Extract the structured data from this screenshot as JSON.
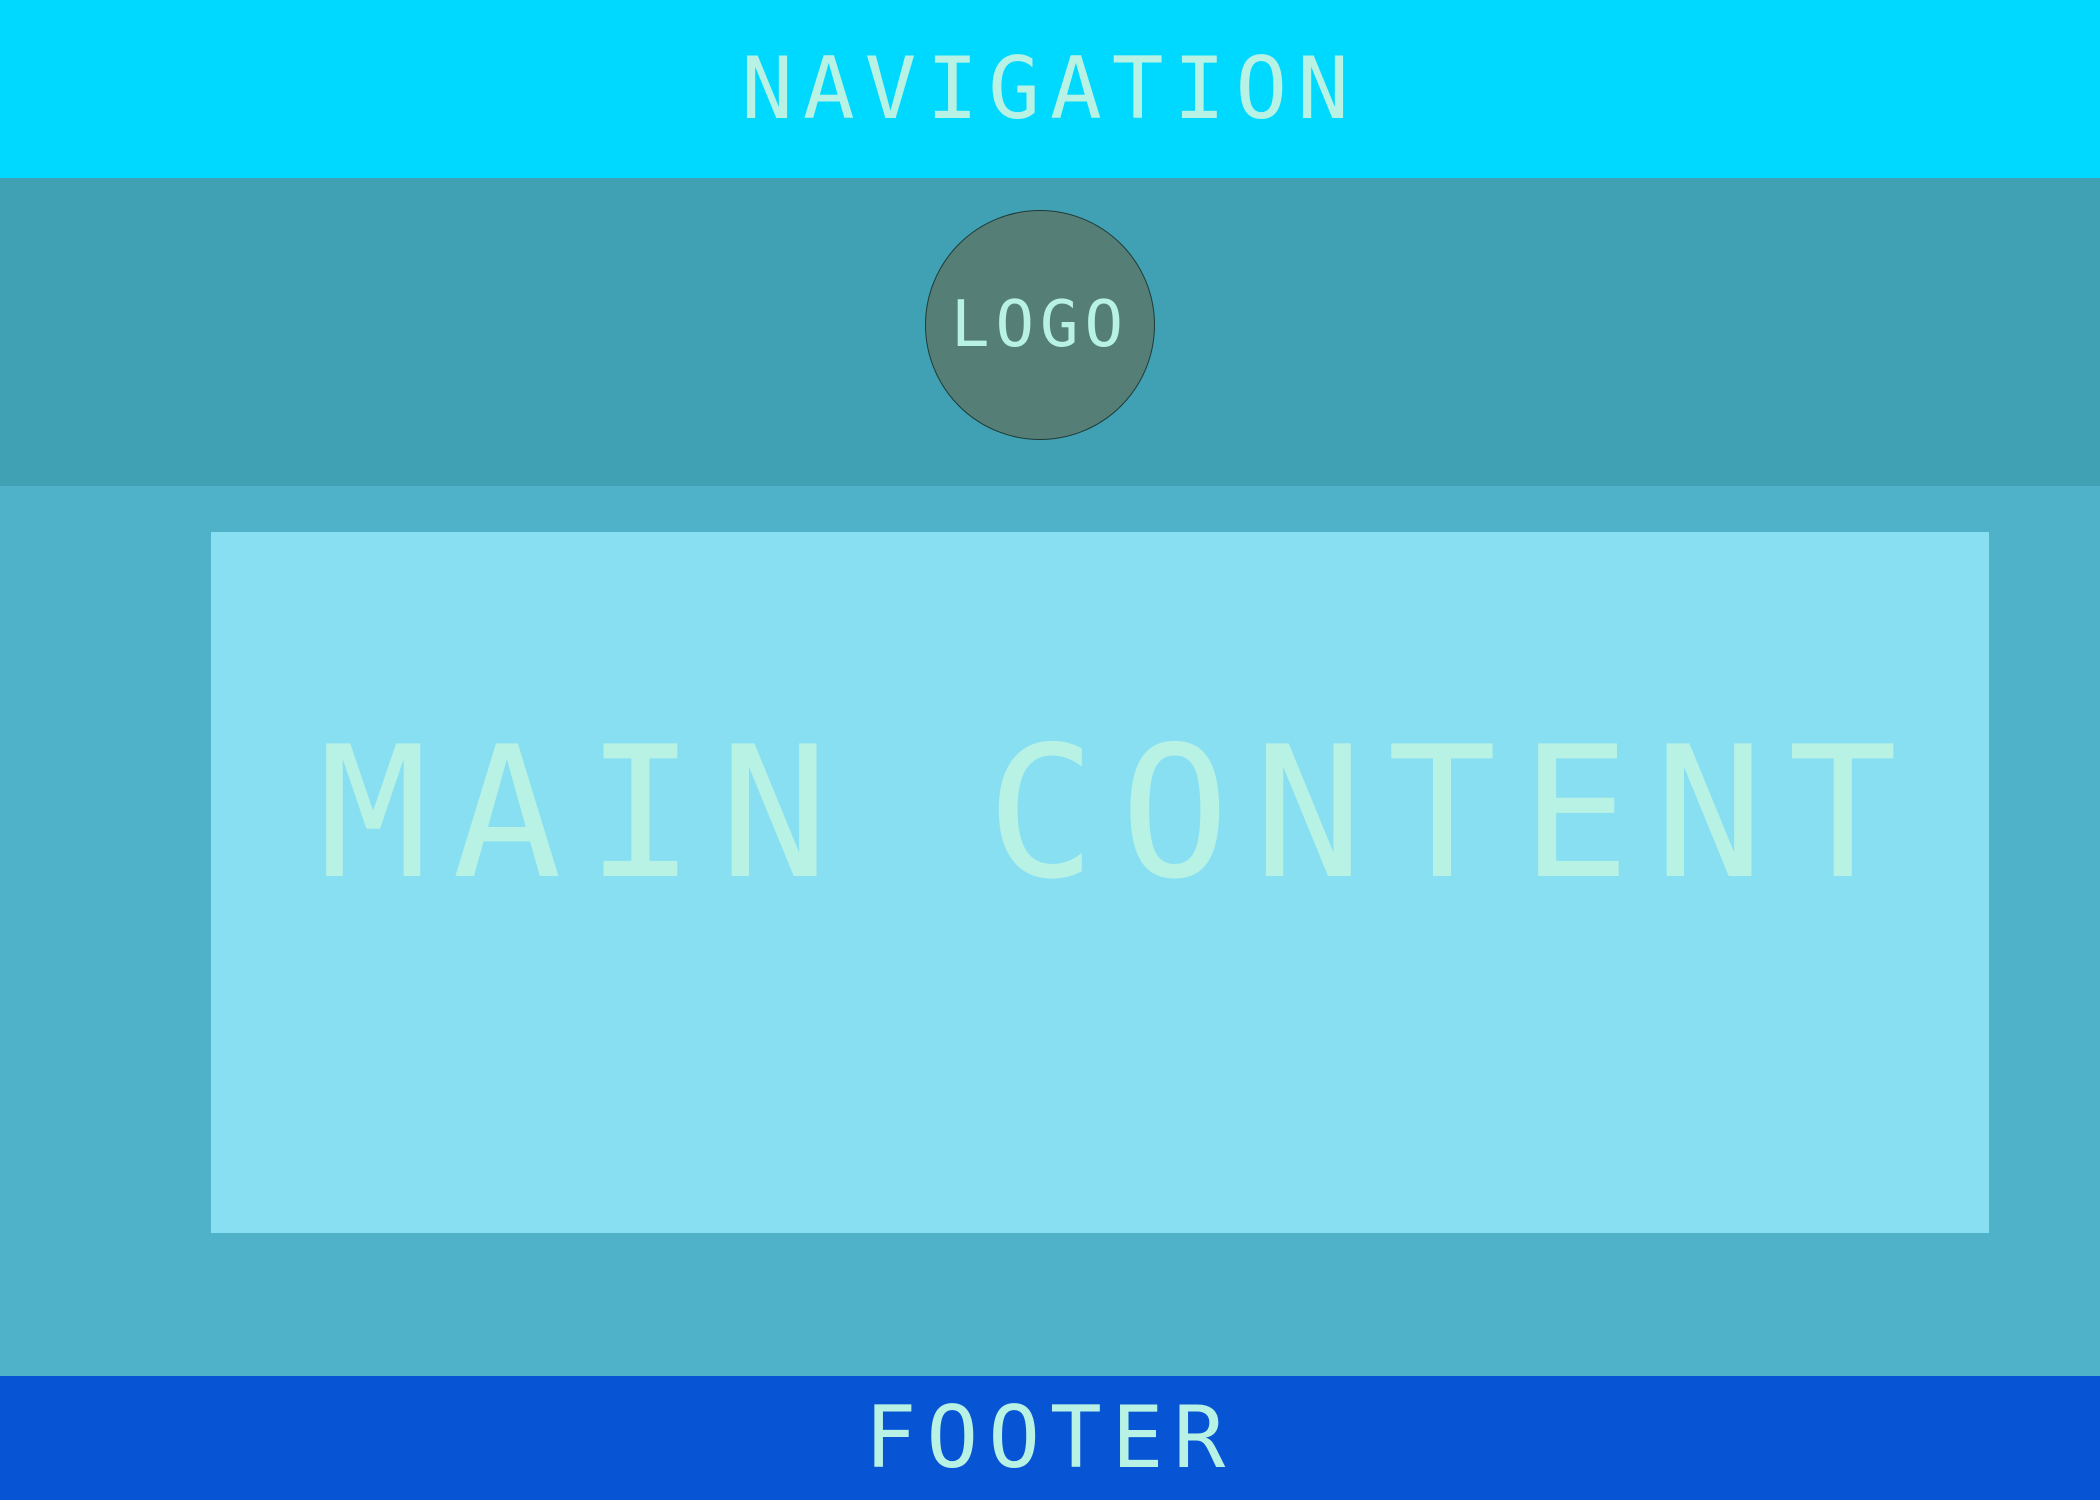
{
  "navigation": {
    "label": "NAVIGATION"
  },
  "header": {
    "logo_text": "LOGO"
  },
  "main": {
    "label": "MAIN CONTENT"
  },
  "footer": {
    "label": "FOOTER"
  },
  "colors": {
    "navigation_bg": "#00d9ff",
    "header_bg": "#40a1b5",
    "logo_bg": "#557f76",
    "page_bg": "#4fb2c8",
    "main_bg": "#89dff2",
    "footer_bg": "#0755d4",
    "text": "#b8f2e4"
  }
}
